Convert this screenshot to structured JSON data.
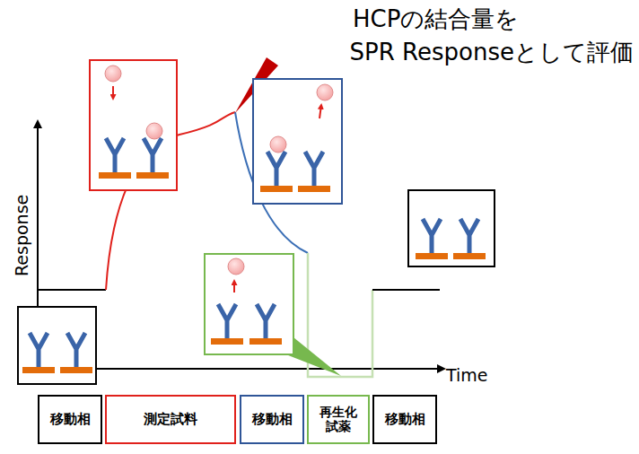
{
  "diagram": {
    "nodes": [
      {
        "text": [
          "移動相"
        ]
      },
      {
        "text": [
          "測定試料"
        ]
      },
      {
        "text": [
          "移動相"
        ]
      },
      {
        "text": [
          "再生化 試薬"
        ]
      },
      {
        "text": [
          "移動相"
        ]
      }
    ],
    "labels": [
      "HCPの結合量を",
      "SPR Responseとして評価",
      "Response",
      "Time"
    ]
  }
}
